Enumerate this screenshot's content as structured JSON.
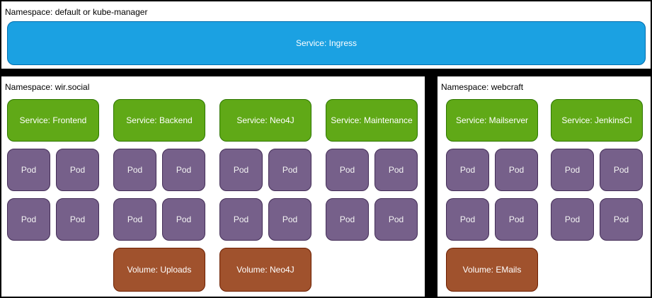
{
  "colors": {
    "background": "#000000",
    "panel": "#ffffff",
    "ingress_fill": "#1ba1e2",
    "ingress_stroke": "#006eaf",
    "service_fill": "#60a917",
    "service_stroke": "#2d7600",
    "pod_fill": "#76608a",
    "pod_stroke": "#432d57",
    "volume_fill": "#a0522d",
    "volume_stroke": "#6d1f00"
  },
  "top_namespace": {
    "title": "Namespace: default or kube-manager",
    "ingress_service": "Service: Ingress"
  },
  "left_namespace": {
    "title": "Namespace: wir.social",
    "columns": [
      {
        "service": "Service: Frontend",
        "pods": [
          "Pod",
          "Pod",
          "Pod",
          "Pod"
        ]
      },
      {
        "service": "Service: Backend",
        "pods": [
          "Pod",
          "Pod",
          "Pod",
          "Pod"
        ],
        "volume": "Volume: Uploads"
      },
      {
        "service": "Service: Neo4J",
        "pods": [
          "Pod",
          "Pod",
          "Pod",
          "Pod"
        ],
        "volume": "Volume: Neo4J"
      },
      {
        "service": "Service: Maintenance",
        "pods": [
          "Pod",
          "Pod",
          "Pod",
          "Pod"
        ]
      }
    ]
  },
  "right_namespace": {
    "title": "Namespace: webcraft",
    "columns": [
      {
        "service": "Service: Mailserver",
        "pods": [
          "Pod",
          "Pod",
          "Pod",
          "Pod"
        ],
        "volume": "Volume: EMails"
      },
      {
        "service": "Service: JenkinsCI",
        "pods": [
          "Pod",
          "Pod",
          "Pod",
          "Pod"
        ]
      }
    ]
  }
}
